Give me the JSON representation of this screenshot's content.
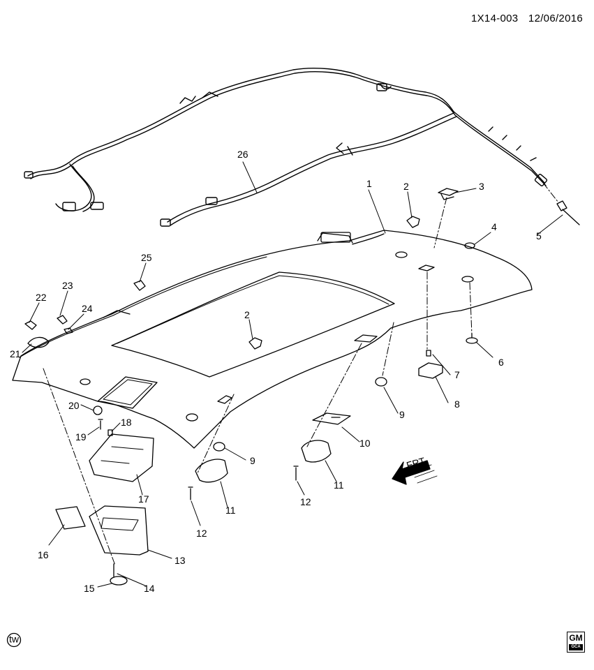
{
  "header": {
    "diagram_id": "1X14-003",
    "date": "12/06/2016"
  },
  "callouts": {
    "c1": "1",
    "c2a": "2",
    "c2b": "2",
    "c3": "3",
    "c4": "4",
    "c5": "5",
    "c6": "6",
    "c7": "7",
    "c8": "8",
    "c9a": "9",
    "c9b": "9",
    "c10": "10",
    "c11a": "11",
    "c11b": "11",
    "c12a": "12",
    "c12b": "12",
    "c13": "13",
    "c14": "14",
    "c15": "15",
    "c16": "16",
    "c17": "17",
    "c18": "18",
    "c19": "19",
    "c20": "20",
    "c21": "21",
    "c22": "22",
    "c23": "23",
    "c24": "24",
    "c25": "25",
    "c26": "26"
  },
  "front_arrow": {
    "label": "FRT"
  },
  "footer": {
    "left_mark": "tw",
    "logo_top": "GM",
    "logo_bottom": "GCA"
  }
}
